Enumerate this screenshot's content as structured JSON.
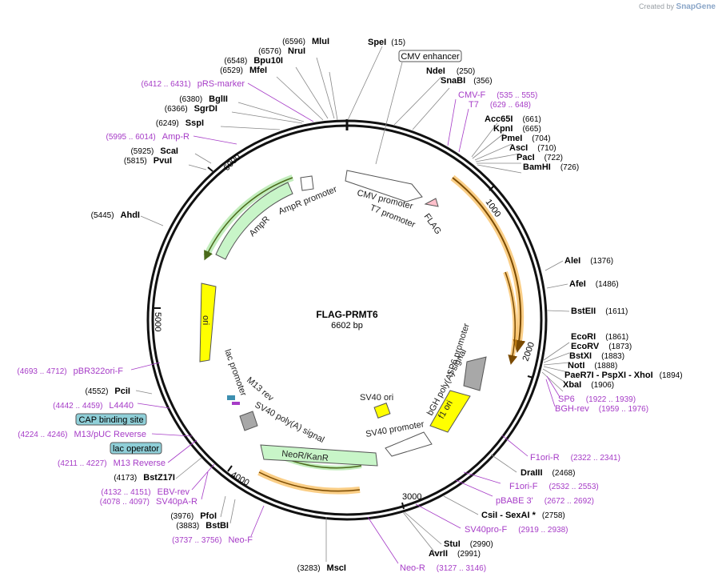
{
  "credit": {
    "prefix": "Created by",
    "brand": "SnapGene"
  },
  "plasmid": {
    "name": "FLAG-PRMT6",
    "size_label": "6602 bp"
  },
  "ticks": [
    {
      "label": "1000"
    },
    {
      "label": "2000"
    },
    {
      "label": "3000"
    },
    {
      "label": "4000"
    },
    {
      "label": "5000"
    },
    {
      "label": "6000"
    }
  ],
  "enzymes_right": [
    {
      "name": "SpeI",
      "pos": "(15)"
    },
    {
      "name": "NdeI",
      "pos": "(250)"
    },
    {
      "name": "SnaBI",
      "pos": "(356)"
    },
    {
      "name": "Acc65I",
      "pos": "(661)"
    },
    {
      "name": "KpnI",
      "pos": "(665)"
    },
    {
      "name": "PmeI",
      "pos": "(704)"
    },
    {
      "name": "AscI",
      "pos": "(710)"
    },
    {
      "name": "PacI",
      "pos": "(722)"
    },
    {
      "name": "BamHI",
      "pos": "(726)"
    },
    {
      "name": "AleI",
      "pos": "(1376)"
    },
    {
      "name": "AfeI",
      "pos": "(1486)"
    },
    {
      "name": "BstEII",
      "pos": "(1611)"
    },
    {
      "name": "EcoRI",
      "pos": "(1861)"
    },
    {
      "name": "EcoRV",
      "pos": "(1873)"
    },
    {
      "name": "BstXI",
      "pos": "(1883)"
    },
    {
      "name": "NotI",
      "pos": "(1888)"
    },
    {
      "name": "PaeR7I - PspXI - XhoI",
      "pos": "(1894)"
    },
    {
      "name": "XbaI",
      "pos": "(1906)"
    },
    {
      "name": "DraIII",
      "pos": "(2468)"
    },
    {
      "name": "CsiI - SexAI *",
      "pos": "(2758)"
    },
    {
      "name": "StuI",
      "pos": "(2990)"
    },
    {
      "name": "AvrII",
      "pos": "(2991)"
    }
  ],
  "enzymes_left": [
    {
      "name": "MluI",
      "pos": "(6596)"
    },
    {
      "name": "NruI",
      "pos": "(6576)"
    },
    {
      "name": "Bpu10I",
      "pos": "(6548)"
    },
    {
      "name": "MfeI",
      "pos": "(6529)"
    },
    {
      "name": "BglII",
      "pos": "(6380)"
    },
    {
      "name": "SgrDI",
      "pos": "(6366)"
    },
    {
      "name": "SspI",
      "pos": "(6249)"
    },
    {
      "name": "ScaI",
      "pos": "(5925)"
    },
    {
      "name": "PvuI",
      "pos": "(5815)"
    },
    {
      "name": "AhdI",
      "pos": "(5445)"
    },
    {
      "name": "PciI",
      "pos": "(4552)"
    },
    {
      "name": "BstZ17I",
      "pos": "(4173)"
    },
    {
      "name": "PfoI",
      "pos": "(3976)"
    },
    {
      "name": "BstBI",
      "pos": "(3883)"
    },
    {
      "name": "MscI",
      "pos": "(3283)"
    }
  ],
  "primers": [
    {
      "name": "CMV-F",
      "pos": "(535 .. 555)"
    },
    {
      "name": "T7",
      "pos": "(629 .. 648)"
    },
    {
      "name": "SP6",
      "pos": "(1922 .. 1939)"
    },
    {
      "name": "BGH-rev",
      "pos": "(1959 .. 1976)"
    },
    {
      "name": "F1ori-R",
      "pos": "(2322 .. 2341)"
    },
    {
      "name": "F1ori-F",
      "pos": "(2532 .. 2553)"
    },
    {
      "name": "pBABE 3'",
      "pos": "(2672 .. 2692)"
    },
    {
      "name": "SV40pro-F",
      "pos": "(2919 .. 2938)"
    },
    {
      "name": "Neo-R",
      "pos": "(3127 .. 3146)"
    },
    {
      "name": "Neo-F",
      "pos": "(3737 .. 3756)"
    },
    {
      "name": "SV40pA-R",
      "pos": "(4078 .. 4097)"
    },
    {
      "name": "EBV-rev",
      "pos": "(4132 .. 4151)"
    },
    {
      "name": "M13 Reverse",
      "pos": "(4211 .. 4227)"
    },
    {
      "name": "M13/pUC Reverse",
      "pos": "(4224 .. 4246)"
    },
    {
      "name": "L4440",
      "pos": "(4442 .. 4459)"
    },
    {
      "name": "pBR322ori-F",
      "pos": "(4693 .. 4712)"
    },
    {
      "name": "Amp-R",
      "pos": "(5995 .. 6014)"
    },
    {
      "name": "pRS-marker",
      "pos": "(6412 .. 6431)"
    }
  ],
  "boxed_features": [
    "CMV enhancer",
    "CAP binding site",
    "lac operator"
  ],
  "features": [
    "CMV promoter",
    "T7 promoter",
    "FLAG",
    "AmpR promoter",
    "AmpR",
    "ori",
    "lac promoter",
    "M13 rev",
    "SV40 poly(A) signal",
    "NeoR/KanR",
    "SV40 promoter",
    "SV40 ori",
    "f1 ori",
    "bGH poly(A) signal",
    "SP6 promoter"
  ],
  "colors": {
    "primer": "#a63cc7",
    "orf_green": "#c8f5c8",
    "ori_yellow": "#ffff00",
    "orange": "#f5a623",
    "gray": "#a8a8a8",
    "boxed_fill": "#8fcfd8"
  }
}
